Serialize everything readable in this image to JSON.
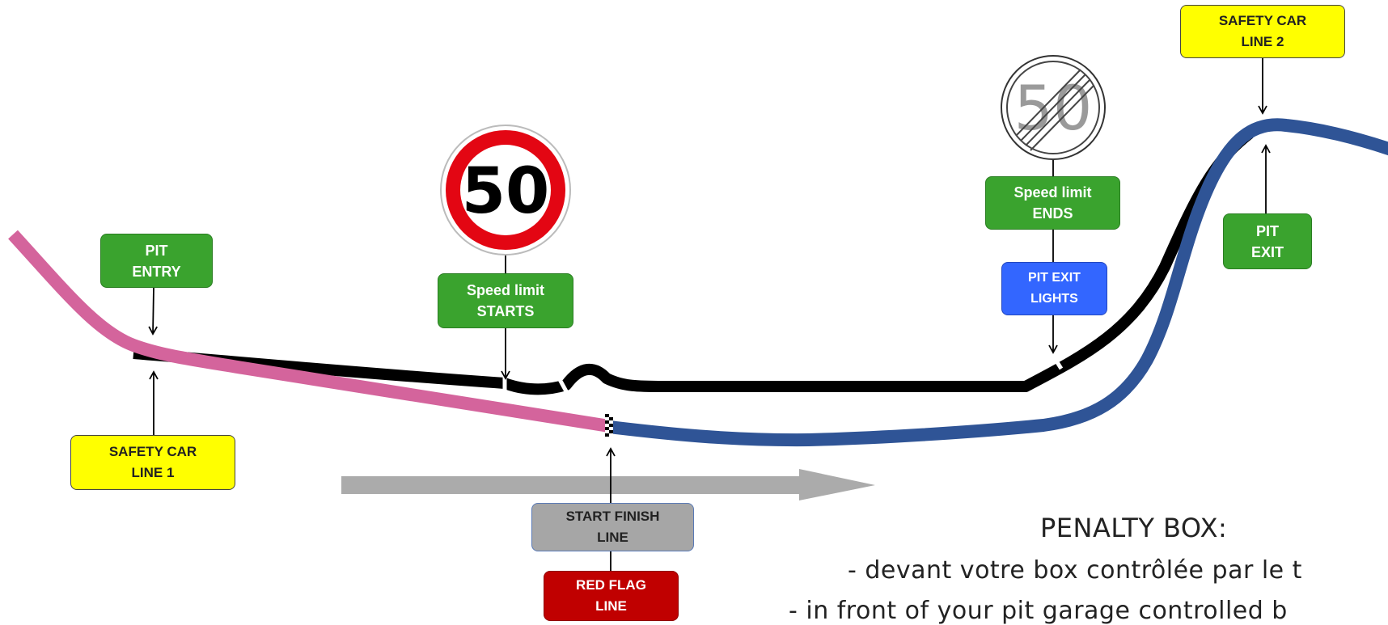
{
  "labels": {
    "pit_entry": [
      "PIT",
      "ENTRY"
    ],
    "speed_limit_starts": [
      "Speed limit",
      "STARTS"
    ],
    "safety_car_line_1": [
      "SAFETY CAR",
      "LINE 1"
    ],
    "start_finish_line": [
      "START FINISH",
      "LINE"
    ],
    "red_flag_line": [
      "RED FLAG",
      "LINE"
    ],
    "speed_limit_ends": [
      "Speed limit",
      "ENDS"
    ],
    "pit_exit_lights": [
      "PIT EXIT",
      "LIGHTS"
    ],
    "safety_car_line_2": [
      "SAFETY CAR",
      "LINE 2"
    ],
    "pit_exit": [
      "PIT",
      "EXIT"
    ]
  },
  "signs": {
    "speed_limit_value": "50",
    "speed_limit_end_value": "50"
  },
  "penalty": {
    "title": "PENALTY BOX:",
    "line_fr": "- devant votre box contrôlée par le t",
    "line_en": "- in front of your pit garage controlled b"
  },
  "colors": {
    "pit_lane": "#000000",
    "track_before_line": "#d4649c",
    "track_after_line": "#2f5496",
    "direction_arrow": "#ababab",
    "sign_red": "#e30613",
    "label_green": "#3aa32e",
    "label_yellow": "#ffff00",
    "label_blue": "#3366ff",
    "label_red": "#c00000",
    "label_grey": "#a6a6a6"
  }
}
